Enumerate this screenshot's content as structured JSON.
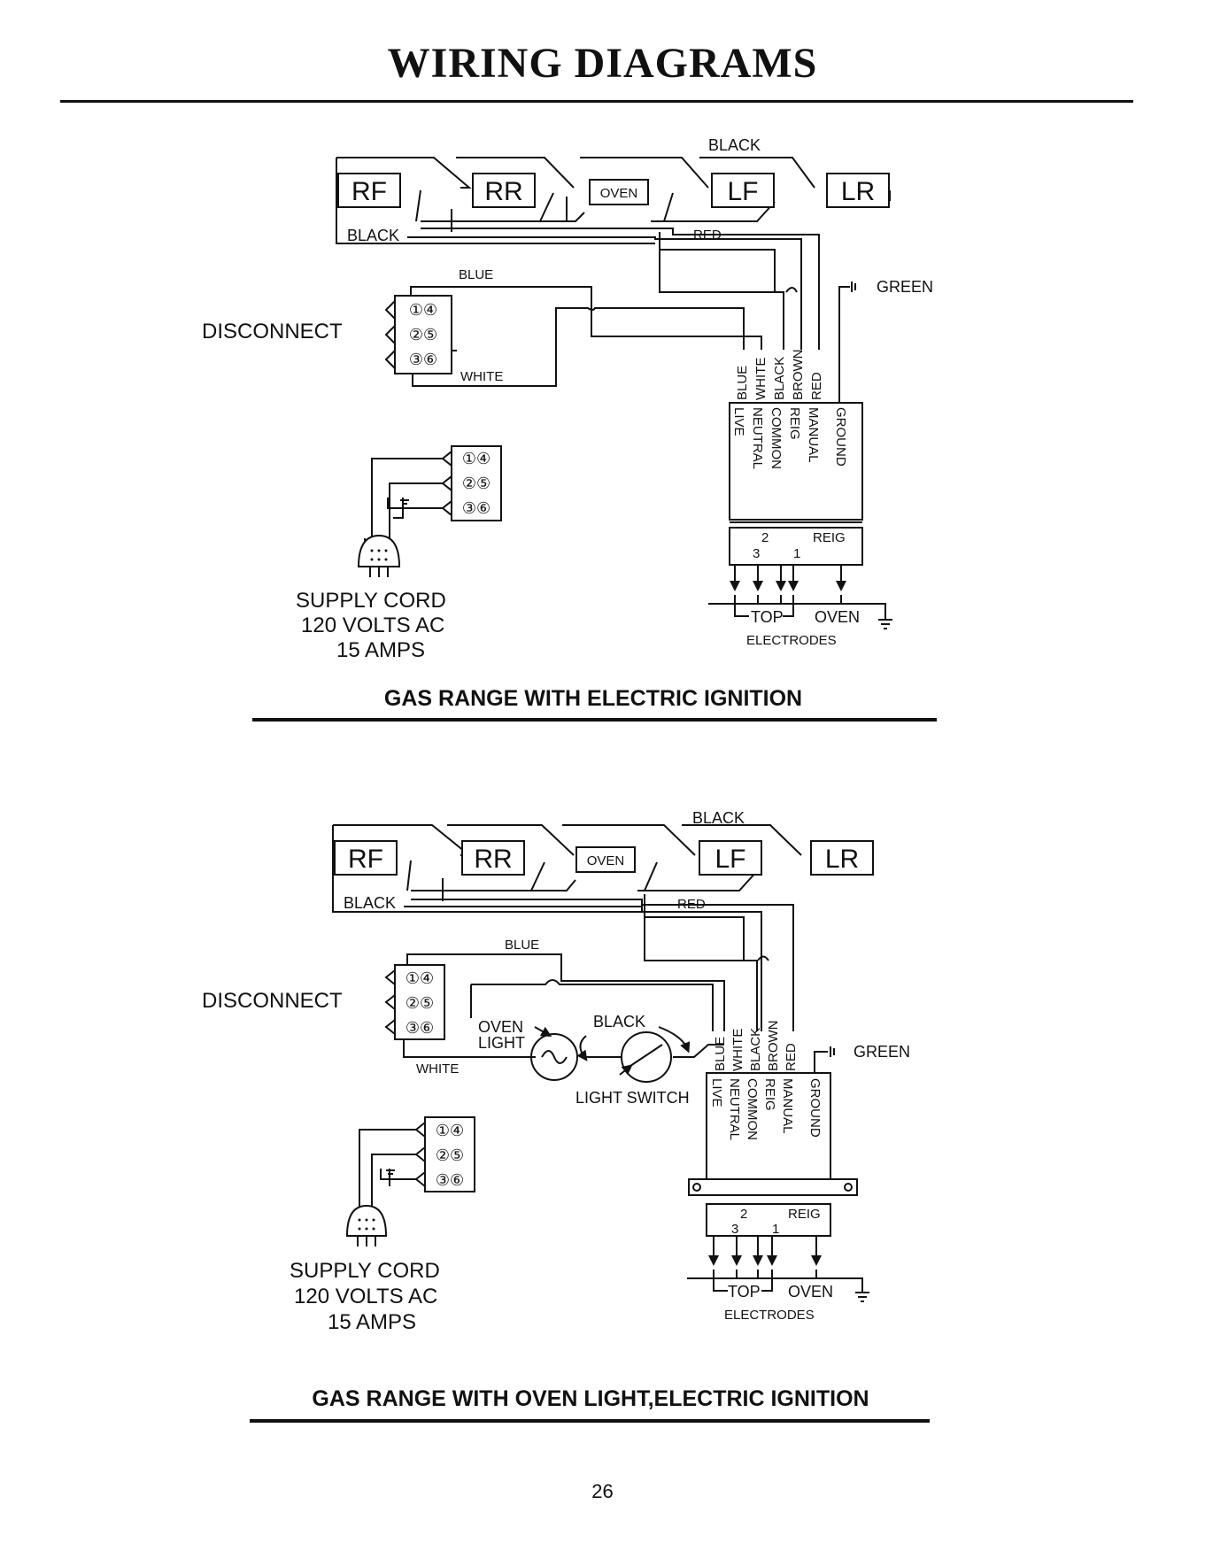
{
  "page": {
    "title": "WIRING DIAGRAMS",
    "page_number": "26"
  },
  "burners": [
    "RF",
    "RR",
    "OVEN",
    "LF",
    "LR"
  ],
  "wire_colors": [
    "BLACK",
    "RED",
    "BLUE",
    "WHITE",
    "BROWN",
    "GREEN"
  ],
  "disconnect": {
    "label": "DISCONNECT",
    "terminals": [
      "①④",
      "②⑤",
      "③⑥"
    ]
  },
  "module": {
    "wire_labels": [
      "BLUE",
      "WHITE",
      "BLACK",
      "BROWN",
      "RED"
    ],
    "function_labels": [
      "LIVE",
      "NEUTRAL",
      "COMMON",
      "REIG",
      "MANUAL",
      "GROUND"
    ],
    "ground_label": "GREEN",
    "terminal_labels": [
      "2",
      "3",
      "1",
      "REIG"
    ]
  },
  "supply_cord": {
    "line1": "SUPPLY CORD",
    "line2": "120 VOLTS AC",
    "line3": "15 AMPS"
  },
  "electrodes": {
    "top": "TOP",
    "oven": "OVEN",
    "label": "ELECTRODES"
  },
  "diagram1": {
    "caption": "GAS RANGE WITH ELECTRIC IGNITION"
  },
  "diagram2": {
    "caption": "GAS RANGE WITH OVEN LIGHT,ELECTRIC IGNITION",
    "oven_light": "OVEN LIGHT",
    "oven_light_line1": "OVEN",
    "oven_light_line2": "LIGHT",
    "black": "BLACK",
    "light_switch": "LIGHT SWITCH"
  }
}
